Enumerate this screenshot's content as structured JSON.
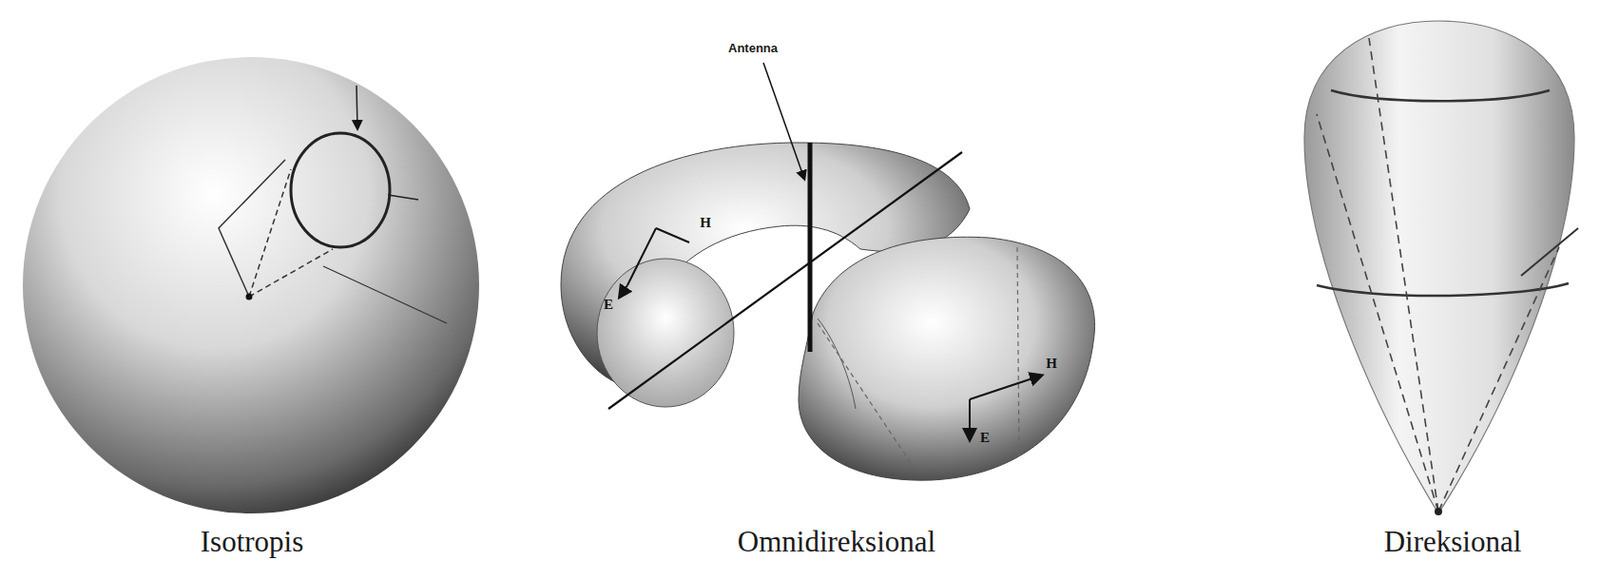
{
  "diagram": {
    "labels": [
      "Antenna",
      "H",
      "E",
      "H",
      "E",
      "Isotropis",
      "Omnidireksional",
      "Direksional"
    ]
  }
}
